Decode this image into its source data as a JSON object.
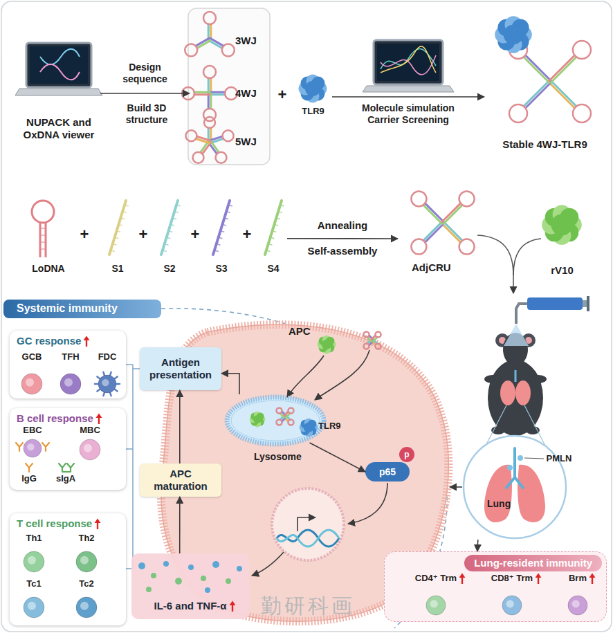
{
  "diagram": {
    "nodes": [
      {
        "text": [
          "NUPACK and OxDNA viewer"
        ]
      },
      {
        "text": [
          "3WJ"
        ]
      },
      {
        "text": [
          "4WJ"
        ]
      },
      {
        "text": [
          "5WJ"
        ]
      },
      {
        "text": [
          "TLR9"
        ]
      },
      {
        "text": [
          "Stable 4WJ-TLR9"
        ]
      },
      {
        "text": [
          "LoDNA"
        ]
      },
      {
        "text": [
          "S1"
        ]
      },
      {
        "text": [
          "S2"
        ]
      },
      {
        "text": [
          "S3"
        ]
      },
      {
        "text": [
          "S4"
        ]
      },
      {
        "text": [
          "AdjCRU"
        ]
      },
      {
        "text": [
          "rV10"
        ]
      },
      {
        "text": [
          "Systemic immunity"
        ]
      },
      {
        "text": [
          "GC response"
        ],
        "in": 13
      },
      {
        "text": [
          "GCB"
        ],
        "in": 14
      },
      {
        "text": [
          "TFH"
        ],
        "in": 14
      },
      {
        "text": [
          "FDC"
        ],
        "in": 14
      },
      {
        "text": [
          "B cell response"
        ],
        "in": 13
      },
      {
        "text": [
          "EBC"
        ],
        "in": 18
      },
      {
        "text": [
          "MBC"
        ],
        "in": 18
      },
      {
        "text": [
          "IgG"
        ],
        "in": 18
      },
      {
        "text": [
          "sIgA"
        ],
        "in": 18
      },
      {
        "text": [
          "T cell response"
        ],
        "in": 13
      },
      {
        "text": [
          "Th1"
        ],
        "in": 23
      },
      {
        "text": [
          "Th2"
        ],
        "in": 23
      },
      {
        "text": [
          "Tc1"
        ],
        "in": 23
      },
      {
        "text": [
          "Tc2"
        ],
        "in": 23
      },
      {
        "text": [
          "APC"
        ],
        "in": 13
      },
      {
        "text": [
          "Antigen presentation"
        ],
        "in": 13
      },
      {
        "text": [
          "APC maturation"
        ],
        "in": 13
      },
      {
        "text": [
          "IL-6 and TNF-α"
        ],
        "in": 13
      },
      {
        "text": [
          "Lysosome"
        ],
        "in": 28
      },
      {
        "text": [
          "TLR9"
        ],
        "in": 28
      },
      {
        "text": [
          "p65"
        ],
        "in": 28
      },
      {
        "text": [
          "p"
        ],
        "in": 28
      },
      {
        "text": [
          "Lung"
        ]
      },
      {
        "text": [
          "Lung-resident immunity"
        ]
      },
      {
        "text": [
          "CD4⁺ Trm"
        ],
        "in": 37
      },
      {
        "text": [
          "CD8⁺ Trm"
        ],
        "in": 37
      },
      {
        "text": [
          "Brm"
        ],
        "in": 37
      }
    ],
    "edges": [
      {
        "from": 0,
        "to": 2,
        "arrow": "to",
        "label": "Design sequence"
      },
      {
        "from": 4,
        "to": 5,
        "arrow": "to",
        "label": "Molecule simulation Carrier Screening"
      },
      {
        "from": 10,
        "to": 11,
        "arrow": "to",
        "label": "Annealing"
      },
      {
        "from": 33,
        "to": 34,
        "arrow": "to"
      },
      {
        "from": 32,
        "to": 29,
        "arrow": "to"
      },
      {
        "from": 31,
        "to": 30,
        "arrow": "to"
      },
      {
        "from": 30,
        "to": 29,
        "arrow": "to"
      },
      {
        "from": 36,
        "to": 13,
        "arrow": "to"
      },
      {
        "from": 36,
        "to": 37,
        "arrow": "to"
      }
    ],
    "labels": [
      "Build 3D structure",
      "+",
      "+",
      "+",
      "+",
      "+",
      "Self-assembly",
      "PMLN",
      "勤研科画"
    ]
  }
}
